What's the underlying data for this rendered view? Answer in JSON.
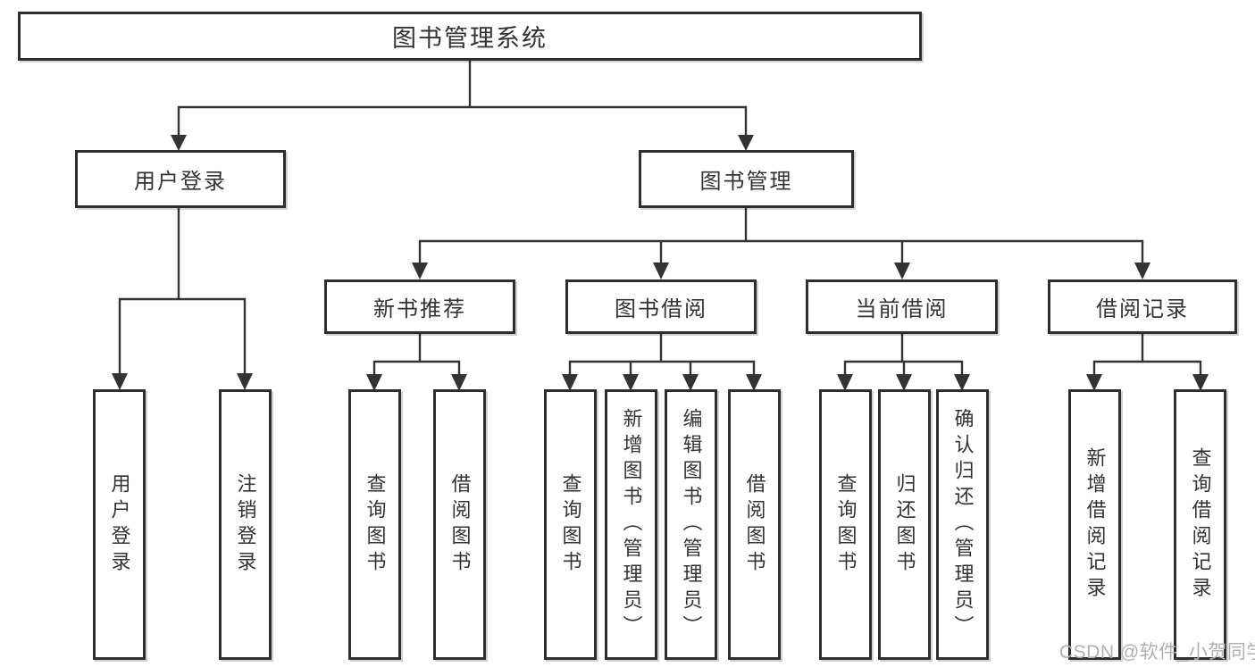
{
  "diagram": {
    "root": {
      "label": "图书管理系统"
    },
    "level2": [
      {
        "label": "用户登录"
      },
      {
        "label": "图书管理"
      }
    ],
    "level3": [
      {
        "label": "新书推荐"
      },
      {
        "label": "图书借阅"
      },
      {
        "label": "当前借阅"
      },
      {
        "label": "借阅记录"
      }
    ],
    "leaves": {
      "user_login": [
        "用户登录",
        "注销登录"
      ],
      "new_book_rec": [
        "查询图书",
        "借阅图书"
      ],
      "book_borrow": [
        "查询图书",
        "新增图书（管理员）",
        "编辑图书（管理员）",
        "借阅图书"
      ],
      "current_borrow": [
        "查询图书",
        "归还图书",
        "确认归还（管理员）"
      ],
      "borrow_records": [
        "新增借阅记录",
        "查询借阅记录"
      ]
    },
    "watermark": "CSDN @软件_小贺同学"
  },
  "colors": {
    "line": "#333333",
    "border": "#2e2e2e",
    "text": "#333333",
    "watermark": "#b0b0b0",
    "background": "#ffffff"
  }
}
